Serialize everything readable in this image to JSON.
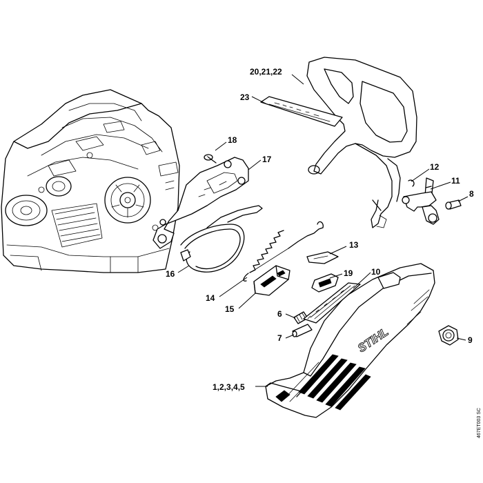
{
  "callouts": {
    "c_20_21_22": "20,21,22",
    "c_23": "23",
    "c_18": "18",
    "c_17": "17",
    "c_12": "12",
    "c_11": "11",
    "c_8": "8",
    "c_16": "16",
    "c_13": "13",
    "c_14": "14",
    "c_19": "19",
    "c_10": "10",
    "c_15": "15",
    "c_6": "6",
    "c_9": "9",
    "c_7": "7",
    "c_1_2_3_4_5": "1,2,3,4,5"
  },
  "brand_text": "STIHL",
  "drawing_ref": "467ET003 SC"
}
